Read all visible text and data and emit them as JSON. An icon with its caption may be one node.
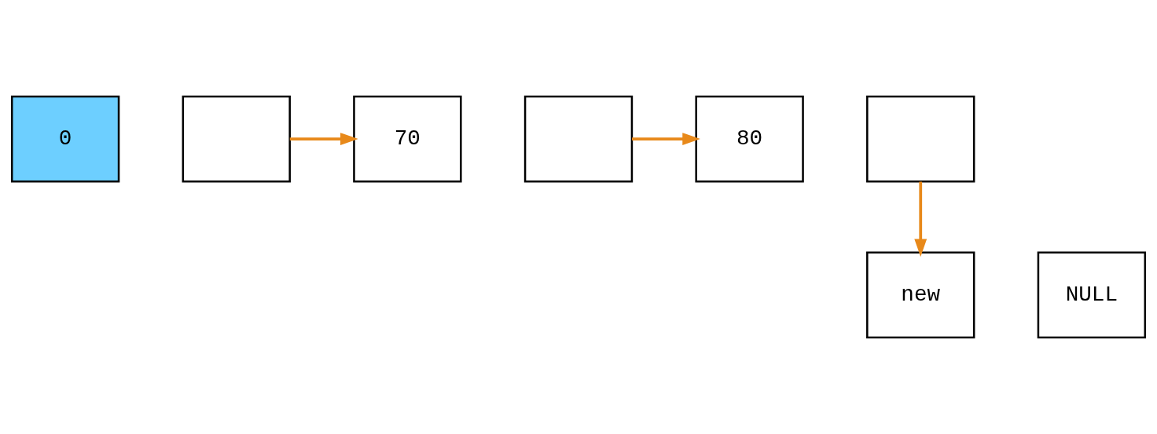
{
  "diagram": {
    "nodes": [
      {
        "text": [
          "0"
        ]
      },
      {
        "text": [],
        "shape": "box"
      },
      {
        "text": [
          "70"
        ]
      },
      {
        "text": [],
        "shape": "box"
      },
      {
        "text": [
          "80"
        ]
      },
      {
        "text": [],
        "shape": "box"
      },
      {
        "text": [
          "new"
        ]
      },
      {
        "text": [
          "NULL"
        ]
      }
    ],
    "edges": [
      {
        "from": 1,
        "to": 2,
        "arrow": "to"
      },
      {
        "from": 3,
        "to": 4,
        "arrow": "to"
      },
      {
        "from": 5,
        "to": 6,
        "arrow": "to"
      }
    ]
  }
}
